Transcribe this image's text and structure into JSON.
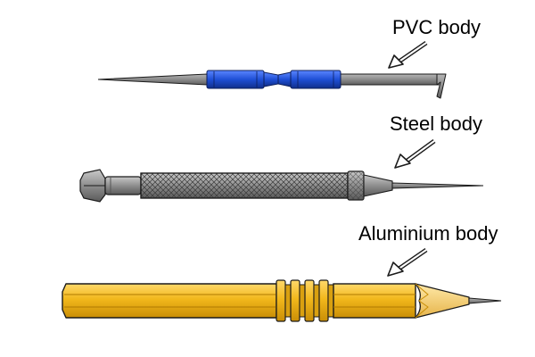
{
  "labels": {
    "pvc": "PVC body",
    "steel": "Steel body",
    "aluminium": "Aluminium body"
  },
  "colors": {
    "pvc_grip": "#1f4fd6",
    "steel_body": "#8a8a8a",
    "aluminium_body": "#f2b81c",
    "outline": "#1a1a1a"
  }
}
